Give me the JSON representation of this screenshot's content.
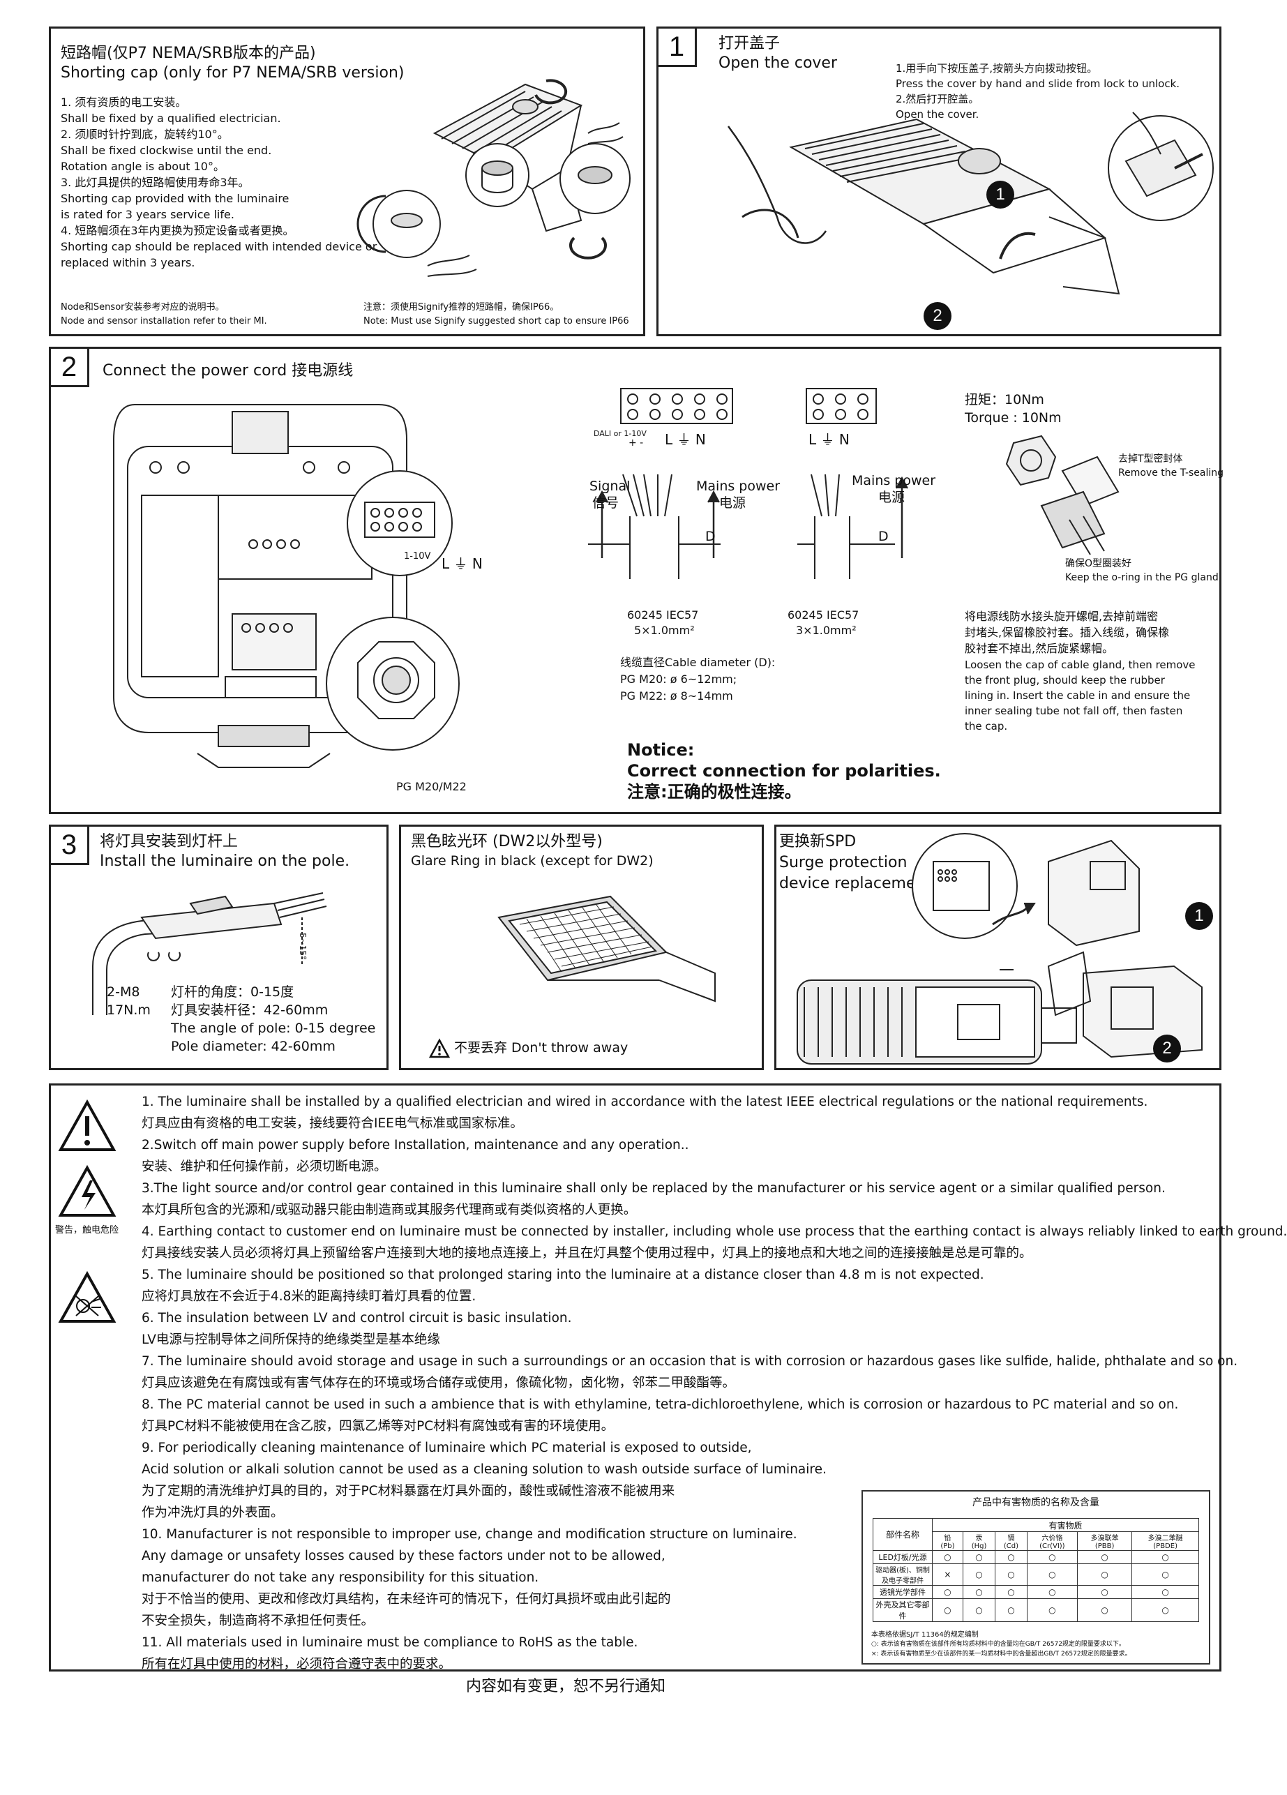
{
  "cap": {
    "title_cn": "短路帽(仅P7 NEMA/SRB版本的产品)",
    "title_en": "Shorting cap (only for P7 NEMA/SRB version)",
    "lines": [
      "1. 须有资质的电工安装。",
      "Shall be fixed by a qualified electrician.",
      "2. 须顺时针拧到底，旋转约10°。",
      "Shall be fixed clockwise until the end.",
      "Rotation angle is about 10°。",
      "3. 此灯具提供的短路帽使用寿命3年。",
      "Shorting cap provided with the luminaire",
      "is rated for 3 years service life.",
      "4. 短路帽须在3年内更换为预定设备或者更换。",
      "Shorting cap should be replaced with intended device or",
      "replaced within 3 years."
    ],
    "node_cn": "Node和Sensor安装参考对应的说明书。",
    "node_en": "Node and sensor installation refer to their MI.",
    "note_cn": "注意：须使用Signify推荐的短路帽，确保IP66。",
    "note_en": "Note: Must use Signify suggested short cap to ensure IP66"
  },
  "cover": {
    "step": "1",
    "title_cn": "打开盖子",
    "title_en": "Open the cover",
    "inst_cn1": "1.用手向下按压盖子,按箭头方向拨动按钮。",
    "inst_en1": "Press the cover by hand and slide from lock to unlock.",
    "inst_cn2": "2.然后打开腔盖。",
    "inst_en2": "Open the cover.",
    "badge1": "1",
    "badge2": "2"
  },
  "power": {
    "step": "2",
    "title": "Connect the power cord 接电源线",
    "dali_label": "DALI or 1-10V",
    "pm_label": "+ -",
    "lgn": "L ⏚ N",
    "signal_en": "Signal",
    "signal_cn": "信号",
    "mains_en": "Mains power",
    "mains_cn": "电源",
    "d_label": "D",
    "cable1_a": "60245 IEC57",
    "cable1_b": "5×1.0mm²",
    "cable2_a": "60245 IEC57",
    "cable2_b": "3×1.0mm²",
    "diam_title": "线缆直径Cable diameter (D):",
    "diam_m20": "PG M20: ø 6~12mm;",
    "diam_m22": "PG M22: ø 8~14mm",
    "torque_cn": "扭矩：10Nm",
    "torque_en": "Torque : 10Nm",
    "remove_cn": "去掉T型密封体",
    "remove_en": "Remove the T-sealing",
    "oring_cn": "确保O型圈装好",
    "oring_en": "Keep the o-ring in the PG gland",
    "gland_cn1": "将电源线防水接头旋开螺帽,去掉前端密",
    "gland_cn2": "封堵头,保留橡胶衬套。插入线缆，确保橡",
    "gland_cn3": "胶衬套不掉出,然后旋紧螺帽。",
    "gland_en1": "Loosen the cap of cable gland, then remove",
    "gland_en2": "the front plug, should keep the rubber",
    "gland_en3": "lining in.  Insert the cable in and ensure the",
    "gland_en4": "inner sealing tube not fall off, then fasten",
    "gland_en5": "the cap.",
    "notice1": "Notice:",
    "notice2": "Correct connection for polarities.",
    "notice3": "注意:正确的极性连接。",
    "pg_label": "PG M20/M22",
    "ten_v": "1-10V",
    "lgn_small": "L ⏚ N"
  },
  "pole": {
    "step": "3",
    "title_cn": "将灯具安装到灯杆上",
    "title_en": "Install the luminaire on the pole.",
    "angle_mark": "5~15°",
    "screw1": "2-M8",
    "screw2": "17N.m",
    "angle_cn": "灯杆的角度：0-15度",
    "diam_cn": "灯具安装杆径：42-60mm",
    "angle_en": "The angle of pole: 0-15 degree",
    "diam_en": "Pole diameter: 42-60mm"
  },
  "glare": {
    "title_cn": "黑色眩光环 (DW2以外型号)",
    "title_en": "Glare Ring in black (except for DW2)",
    "warn": "不要丢弃 Don't throw away"
  },
  "spd": {
    "title_cn": "更换新SPD",
    "title_en1": "Surge protection",
    "title_en2": "device replacement",
    "badge1": "1",
    "badge2": "2"
  },
  "notes": {
    "hazard_label": "警告，触电危险",
    "lines": [
      "1. The luminaire shall be installed by a qualified electrician and wired in accordance with the latest IEEE electrical regulations or the national requirements.",
      "灯具应由有资格的电工安装，接线要符合IEE电气标准或国家标准。",
      "2.Switch off main power supply before Installation, maintenance and any operation..",
      "安装、维护和任何操作前，必须切断电源。",
      "3.The light source and/or control gear contained in this luminaire shall only be replaced by the manufacturer or his service agent or a similar qualified person.",
      "本灯具所包含的光源和/或驱动器只能由制造商或其服务代理商或有类似资格的人更换。",
      "4. Earthing contact to customer end on luminaire must be connected by installer, including whole use process that the earthing contact is always reliably linked to earth ground.",
      "灯具接线安装人员必须将灯具上预留给客户连接到大地的接地点连接上，并且在灯具整个使用过程中，灯具上的接地点和大地之间的连接接触是总是可靠的。",
      "5. The luminaire should be positioned so that prolonged staring into the luminaire at a distance closer than 4.8 m is not expected.",
      "应将灯具放在不会近于4.8米的距离持续盯着灯具看的位置.",
      "6. The insulation between LV and control circuit is basic insulation.",
      "LV电源与控制导体之间所保持的绝缘类型是基本绝缘",
      "7. The luminaire should avoid storage and usage in such a surroundings or an occasion that is with corrosion or hazardous gases like sulfide, halide, phthalate and so on.",
      "灯具应该避免在有腐蚀或有害气体存在的环境或场合储存或使用，像硫化物，卤化物，邻苯二甲酸酯等。",
      "8. The PC material cannot be used in such a ambience that is with ethylamine, tetra-dichloroethylene, which is corrosion or hazardous to PC material and so on.",
      "灯具PC材料不能被使用在含乙胺，四氯乙烯等对PC材料有腐蚀或有害的环境使用。",
      "9. For periodically cleaning maintenance of luminaire which PC material is exposed to outside,",
      "Acid solution or alkali solution cannot be used as a cleaning solution to wash outside surface of luminaire.",
      "为了定期的清洗维护灯具的目的，对于PC材料暴露在灯具外面的，酸性或碱性溶液不能被用来",
      "作为冲洗灯具的外表面。",
      "10. Manufacturer is not responsible to improper use, change and modification structure on luminaire.",
      "Any damage or unsafety losses caused by these factors under not to be allowed,",
      "manufacturer do not take any responsibility for this situation.",
      "对于不恰当的使用、更改和修改灯具结构，在未经许可的情况下，任何灯具损坏或由此引起的",
      "不安全损失，制造商将不承担任何责任。",
      "11. All materials used in luminaire must be compliance to RoHS as the table.",
      "   所有在灯具中使用的材料，必须符合遵守表中的要求。"
    ]
  },
  "rohs": {
    "title": "产品中有害物质的名称及含量",
    "part_header": "部件名称",
    "substance_header": "有害物质",
    "columns": [
      "铅\n(Pb)",
      "汞\n(Hg)",
      "镉\n(Cd)",
      "六价铬\n(Cr(VI))",
      "多溴联苯\n(PBB)",
      "多溴二苯醚\n(PBDE)"
    ],
    "rows": [
      {
        "name": "LED灯板/光源",
        "vals": [
          "○",
          "○",
          "○",
          "○",
          "○",
          "○"
        ]
      },
      {
        "name": "驱动器(板)、铜制及电子零部件",
        "vals": [
          "×",
          "○",
          "○",
          "○",
          "○",
          "○"
        ]
      },
      {
        "name": "透镜光学部件",
        "vals": [
          "○",
          "○",
          "○",
          "○",
          "○",
          "○"
        ]
      },
      {
        "name": "外壳及其它零部件",
        "vals": [
          "○",
          "○",
          "○",
          "○",
          "○",
          "○"
        ]
      }
    ],
    "foot1": "本表格依据SJ/T 11364的规定编制",
    "foot2": "○: 表示该有害物质在该部件所有均质材料中的含量均在GB/T 26572规定的限量要求以下。",
    "foot3": "×: 表示该有害物质至少在该部件的某一均质材料中的含量超出GB/T 26572规定的限量要求。"
  },
  "footer": "内容如有变更，恕不另行通知"
}
